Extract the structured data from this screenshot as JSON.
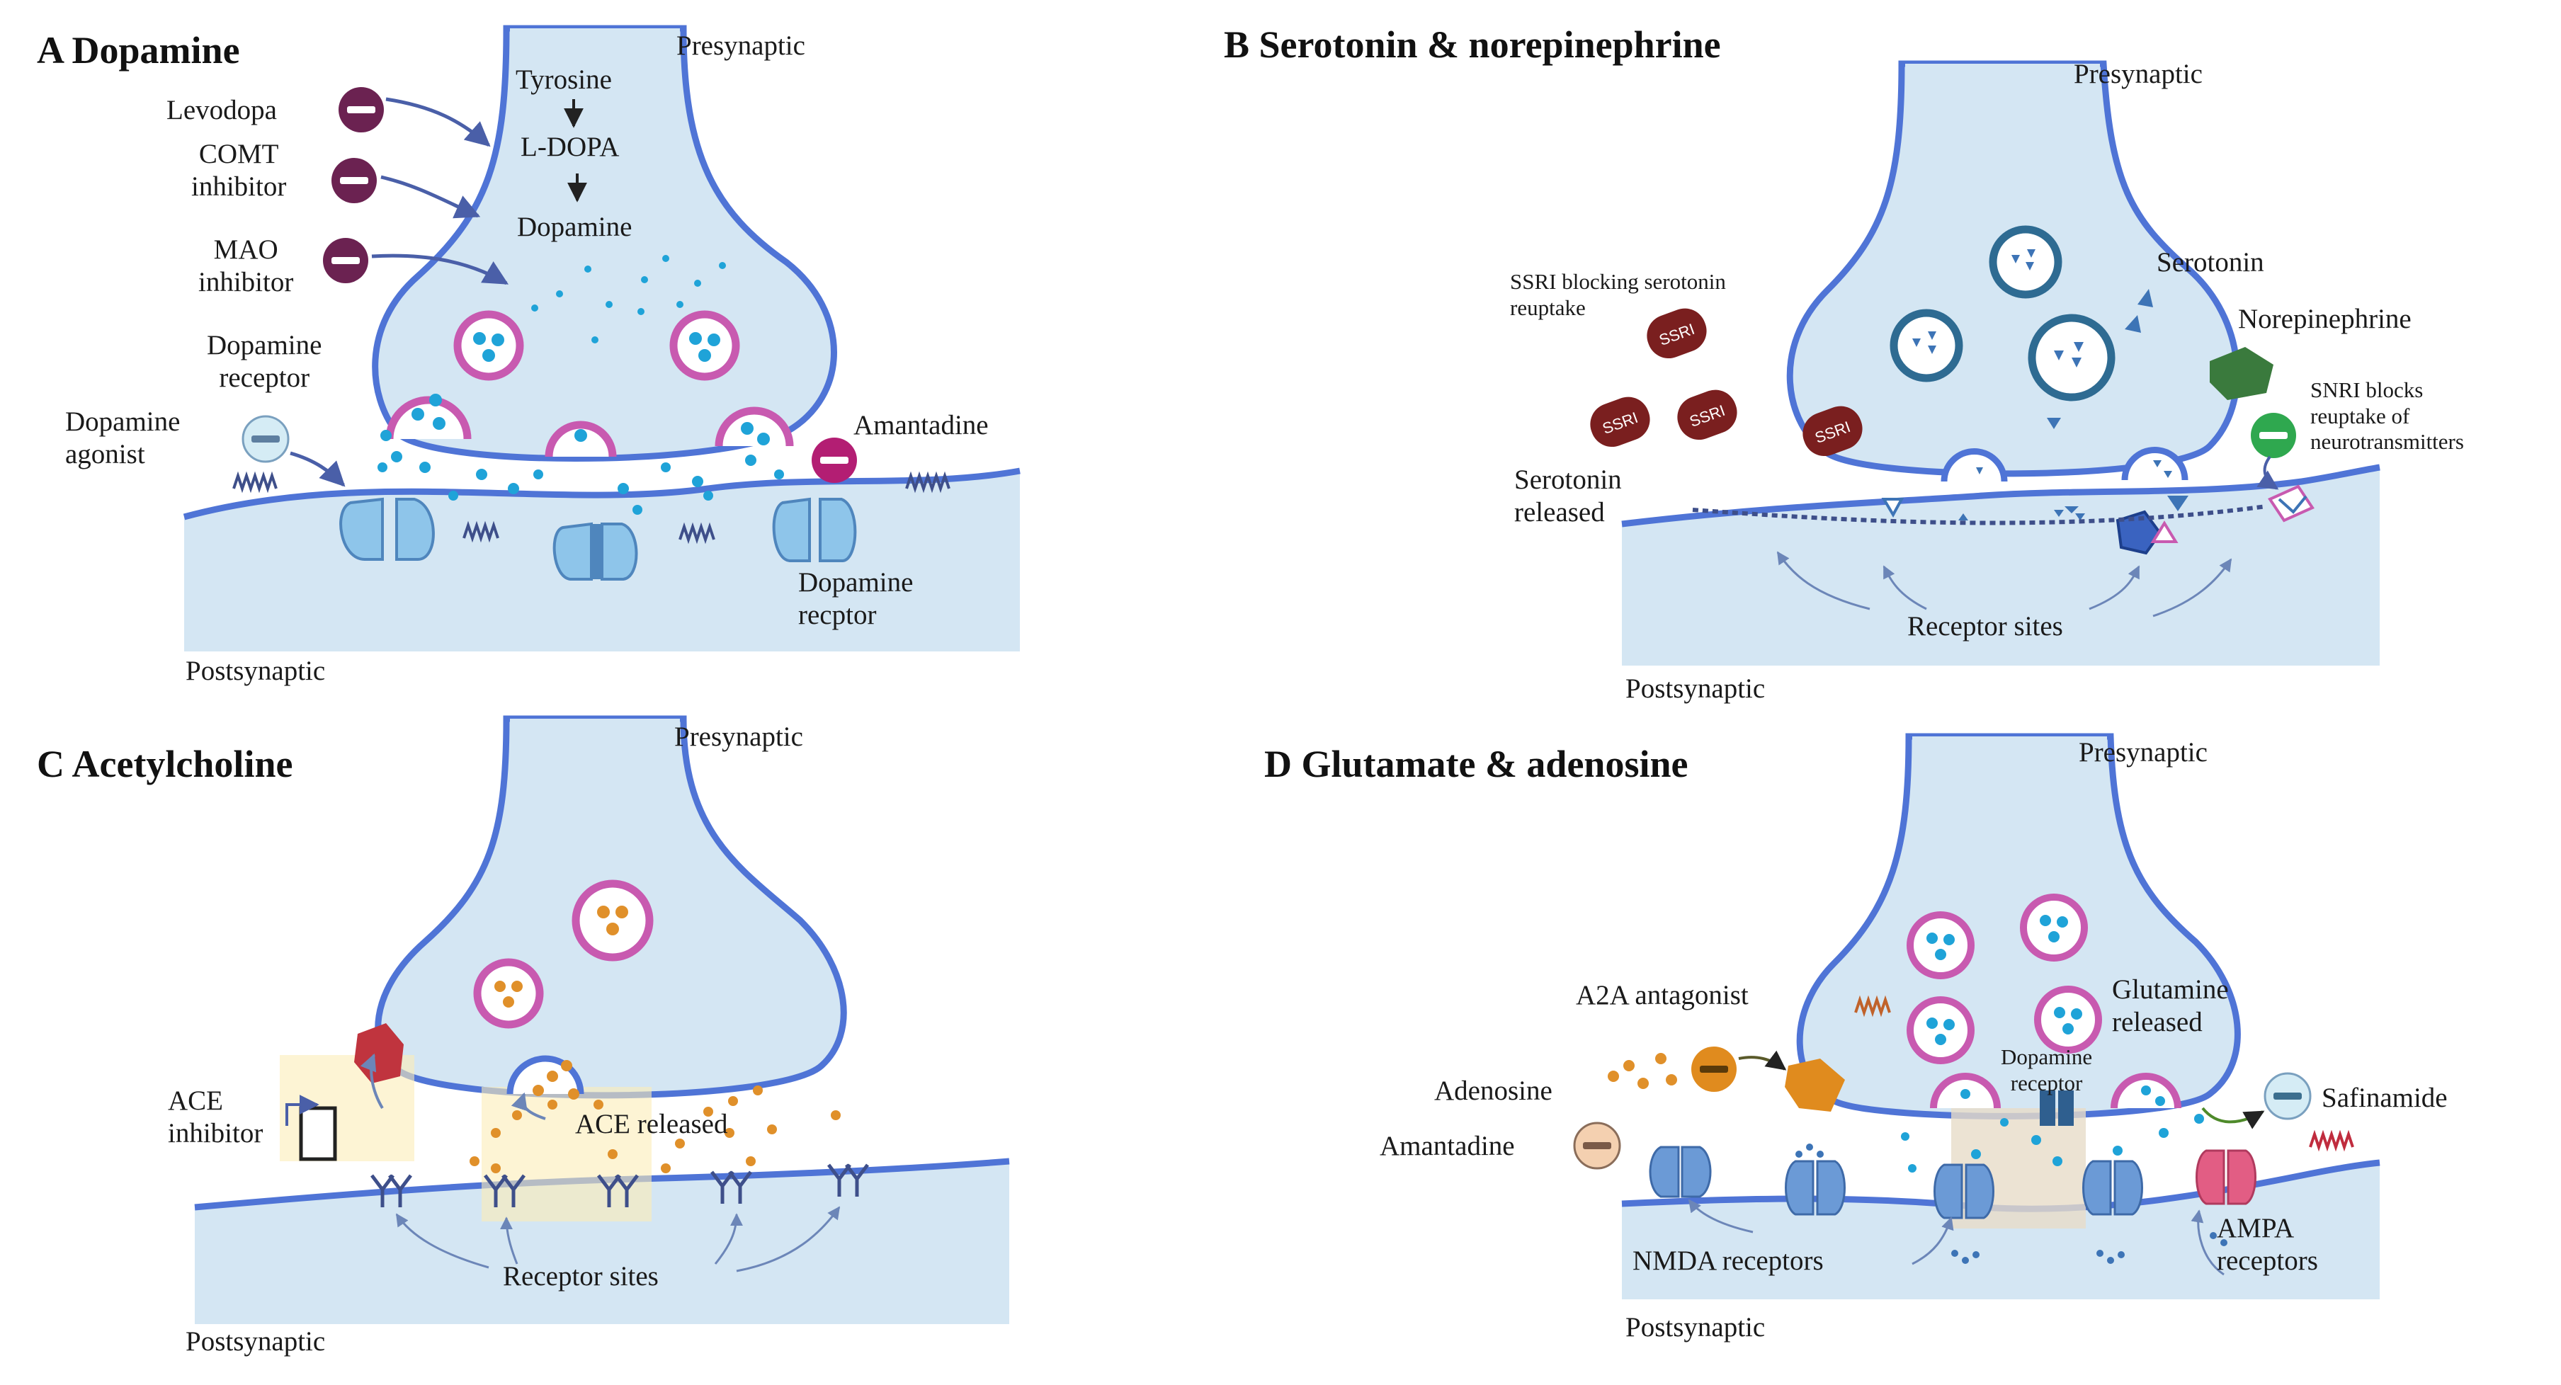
{
  "colors": {
    "membrane": "#4f74d6",
    "cleft_fill": "#d4e6f3",
    "vesicle": "#c85ab0",
    "dot_blue": "#1fa3d8",
    "drug_purple": "#6b2251",
    "serotonin": "#3d74b6",
    "norepinephrine": "#3a7a3d",
    "ssri": "#7a1f1f",
    "ache": "#e0902a",
    "ampa": "#e25d84",
    "glut_amber": "#e08b1e"
  },
  "icons": [
    "drug-capsule-icon",
    "receptor-channel-icon",
    "vesicle-icon",
    "arrow-icon"
  ],
  "panels": {
    "a": {
      "title": "A Dopamine",
      "presynaptic": "Presynaptic",
      "postsynaptic": "Postsynaptic",
      "tyrosine": "Tyrosine",
      "ldopa": "L-DOPA",
      "dopamine": "Dopamine",
      "levodopa": "Levodopa",
      "comt": "COMT\ninhibitor",
      "mao": "MAO\ninhibitor",
      "dopamine_receptor": "Dopamine\nreceptor",
      "dopamine_agonist": "Dopamine\nagonist",
      "amantadine": "Amantadine",
      "dopamine_recptor": "Dopamine\nrecptor"
    },
    "b": {
      "title": "B Serotonin &  norepinephrine",
      "presynaptic": "Presynaptic",
      "postsynaptic": "Postsynaptic",
      "serotonin": "Serotonin",
      "norepinephrine": "Norepinephrine",
      "ssri_blocking": "SSRI blocking serotonin\nreuptake",
      "serotonin_released": "Serotonin\nreleased",
      "snri": "SNRI blocks\nreuptake of\nneurotransmitters",
      "receptor_sites": "Receptor sites",
      "ssri_tag": "SSRI"
    },
    "c": {
      "title": "C Acetylcholine",
      "presynaptic": "Presynaptic",
      "postsynaptic": "Postsynaptic",
      "ace_inhibitor": "ACE\ninhibitor",
      "ace_released": "ACE released",
      "receptor_sites": "Receptor sites"
    },
    "d": {
      "title": "D Glutamate & adenosine",
      "presynaptic": "Presynaptic",
      "postsynaptic": "Postsynaptic",
      "a2a": "A2A antagonist",
      "glutamine": "Glutamine\nreleased",
      "dopamine_receptor": "Dopamine\nreceptor",
      "adenosine": "Adenosine",
      "safinamide": "Safinamide",
      "amantadine": "Amantadine",
      "nmda": "NMDA receptors",
      "ampa": "AMPA\nreceptors"
    }
  }
}
